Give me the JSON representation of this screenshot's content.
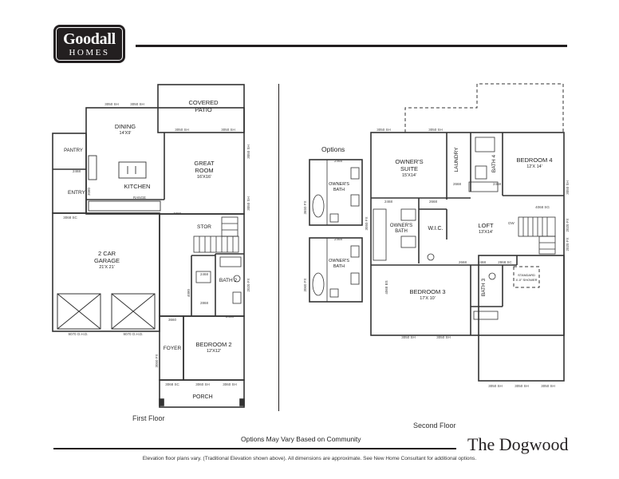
{
  "brand": {
    "name": "Goodall",
    "sub": "HOMES"
  },
  "plan_title": "The Dogwood",
  "captions": {
    "first_floor": "First Floor",
    "second_floor": "Second Floor",
    "options": "Options",
    "options_vary": "Options May Vary Based on Community",
    "disclaimer": "Elevation floor plans vary. (Traditional Elevation shown above). All dimensions are approximate. See New Home Consultant for additional options."
  },
  "first_floor_rooms": [
    {
      "name": "COVERED",
      "dim": ""
    },
    {
      "name": "PATIO",
      "dim": ""
    },
    {
      "name": "DINING",
      "dim": "14'X9'"
    },
    {
      "name": "PANTRY",
      "dim": ""
    },
    {
      "name": "GREAT",
      "dim": ""
    },
    {
      "name": "ROOM",
      "dim": "16'X16'"
    },
    {
      "name": "KITCHEN",
      "dim": ""
    },
    {
      "name": "ENTRY",
      "dim": ""
    },
    {
      "name": "STOR",
      "dim": ""
    },
    {
      "name": "2 CAR",
      "dim": ""
    },
    {
      "name": "GARAGE",
      "dim": "21'X 21'"
    },
    {
      "name": "BATH 2",
      "dim": ""
    },
    {
      "name": "FOYER",
      "dim": ""
    },
    {
      "name": "BEDROOM 2",
      "dim": "12'X12'"
    },
    {
      "name": "PORCH",
      "dim": ""
    }
  ],
  "second_floor_rooms": [
    {
      "name": "OWNER'S",
      "dim": ""
    },
    {
      "name": "SUITE",
      "dim": "15'X14'"
    },
    {
      "name": "LAUNDRY",
      "dim": ""
    },
    {
      "name": "BATH 4",
      "dim": ""
    },
    {
      "name": "BEDROOM 4",
      "dim": "12'X 14'"
    },
    {
      "name": "OWNER'S",
      "dim": ""
    },
    {
      "name": "BATH",
      "dim": ""
    },
    {
      "name": "W.I.C.",
      "dim": ""
    },
    {
      "name": "LOFT",
      "dim": "13'X14'"
    },
    {
      "name": "BEDROOM 3",
      "dim": "17'X 10'"
    },
    {
      "name": "BATH 3",
      "dim": ""
    },
    {
      "name": "STANDARD",
      "dim": ""
    },
    {
      "name": "4'-0\" SHOWER",
      "dim": ""
    }
  ],
  "option_rooms": [
    {
      "name": "OWNER'S",
      "dim": ""
    },
    {
      "name": "BATH",
      "dim": ""
    },
    {
      "name": "OWNER'S",
      "dim": ""
    },
    {
      "name": "BATH",
      "dim": ""
    }
  ],
  "window_labels": {
    "w3050": "3050 SH",
    "w3060": "3060 SH",
    "w3050fx": "3050 FX",
    "w2020fx": "2020 FX",
    "w4068": "4068 SG",
    "w3068": "3068 SC",
    "w4080": "4080",
    "w9070": "9070 O.H.D.",
    "d2468": "2468",
    "d2668": "2668",
    "d2868": "2868",
    "d3068": "3068",
    "d3660": "3660",
    "d3080": "3080",
    "d3050fx": "3050 FX",
    "d3650fx": "3650 FX",
    "d4068bs": "4068 BS",
    "d1668": "1668",
    "d2868sc": "2868 SC",
    "d3620": "3620",
    "d1068": "1068",
    "d5068": "5068",
    "d2040": "2040",
    "d3060fx": "3060 FX",
    "range": "RANGE",
    "dw": "DW"
  }
}
